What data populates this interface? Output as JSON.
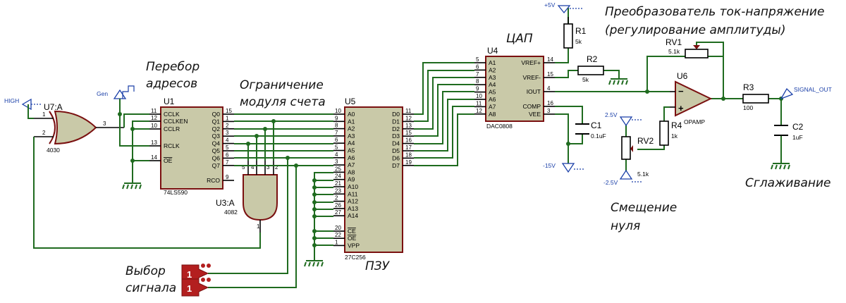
{
  "annotations": {
    "addr_1": "Перебор",
    "addr_2": "адресов",
    "limit_1": "Ограничение",
    "limit_2": "модуля счета",
    "dac": "ЦАП",
    "conv_1": "Преобразователь ток-напряжение",
    "conv_2": "(регулирование амплитуды)",
    "rom": "ПЗУ",
    "smooth": "Сглаживание",
    "offset_1": "Смещение",
    "offset_2": "нуля",
    "sel_1": "Выбор",
    "sel_2": "сигнала"
  },
  "nets": {
    "high": "HIGH",
    "gen": "Gen",
    "plus5": "+5V",
    "minus15": "-15V",
    "plus25": "2.5V",
    "minus25": "-2.5V",
    "signal_out": "SIGNAL_OUT"
  },
  "u7": {
    "ref": "U7:A",
    "part": "4030",
    "pin_a": "1",
    "pin_b": "2",
    "pin_out": "3"
  },
  "u1": {
    "ref": "U1",
    "part": "74LS590",
    "left_pins": [
      "CCLK",
      "CCLKEN",
      "CCLR",
      "RCLK",
      "OE"
    ],
    "left_nums": [
      "11",
      "12",
      "10",
      "13",
      "14"
    ],
    "right_pins": [
      "Q0",
      "Q1",
      "Q2",
      "Q3",
      "Q4",
      "Q5",
      "Q6",
      "Q7",
      "RCO"
    ],
    "right_nums": [
      "15",
      "1",
      "2",
      "3",
      "4",
      "5",
      "6",
      "7",
      "9"
    ]
  },
  "u3": {
    "ref": "U3:A",
    "part": "4082",
    "in_nums": [
      "5",
      "4",
      "3",
      "2"
    ],
    "out_num": "1"
  },
  "u5": {
    "ref": "U5",
    "part": "27C256",
    "left_pins": [
      "A0",
      "A1",
      "A2",
      "A3",
      "A4",
      "A5",
      "A6",
      "A7",
      "A8",
      "A9",
      "A10",
      "A11",
      "A12",
      "A13",
      "A14",
      "CE",
      "OE",
      "VPP"
    ],
    "left_nums": [
      "10",
      "9",
      "8",
      "7",
      "6",
      "5",
      "4",
      "3",
      "25",
      "24",
      "21",
      "23",
      "2",
      "26",
      "27",
      "20",
      "22",
      "1"
    ],
    "right_pins": [
      "D0",
      "D1",
      "D2",
      "D3",
      "D4",
      "D5",
      "D6",
      "D7"
    ],
    "right_nums": [
      "11",
      "12",
      "13",
      "15",
      "16",
      "17",
      "18",
      "19"
    ]
  },
  "u4": {
    "ref": "U4",
    "part": "DAC0808",
    "left_pins": [
      "A1",
      "A2",
      "A3",
      "A4",
      "A5",
      "A6",
      "A7",
      "A8"
    ],
    "left_nums": [
      "5",
      "6",
      "7",
      "8",
      "9",
      "10",
      "11",
      "12"
    ],
    "right_pins": [
      "VREF+",
      "VREF-",
      "IOUT",
      "COMP",
      "VEE"
    ],
    "right_nums": [
      "14",
      "15",
      "4",
      "16",
      "3"
    ]
  },
  "u6": {
    "ref": "U6",
    "part": "OPAMP"
  },
  "r1": {
    "ref": "R1",
    "value": "5k"
  },
  "r2": {
    "ref": "R2",
    "value": "5k"
  },
  "r3": {
    "ref": "R3",
    "value": "100"
  },
  "r4": {
    "ref": "R4",
    "value": "1k"
  },
  "rv1": {
    "ref": "RV1",
    "value": "5.1k"
  },
  "rv2": {
    "ref": "RV2",
    "value": "5.1k"
  },
  "c1": {
    "ref": "C1",
    "value": "0.1uF"
  },
  "c2": {
    "ref": "C2",
    "value": "1uF"
  },
  "switches": {
    "label": "1"
  }
}
